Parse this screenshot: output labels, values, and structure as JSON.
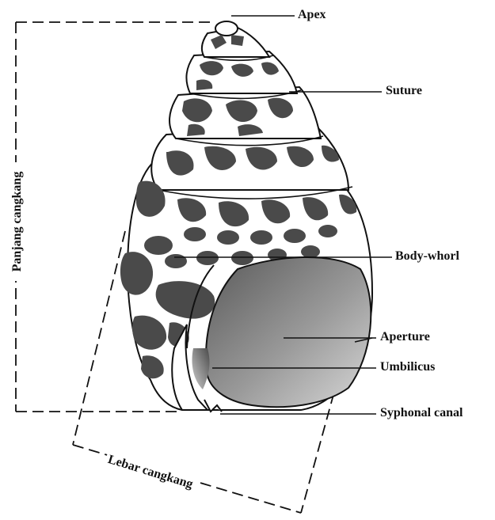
{
  "labels": {
    "apex": "Apex",
    "suture": "Suture",
    "body_whorl": "Body-whorl",
    "aperture": "Aperture",
    "umbilicus": "Umbilicus",
    "syphonal_canal": "Syphonal canal",
    "shell_length": "Panjang cangkang",
    "shell_width": "Lebar cangkang"
  },
  "colors": {
    "ink": "#111111",
    "shell_fill": "#ffffff",
    "pattern": "#4a4a4a",
    "aperture_shade": "#8c8c8c"
  }
}
